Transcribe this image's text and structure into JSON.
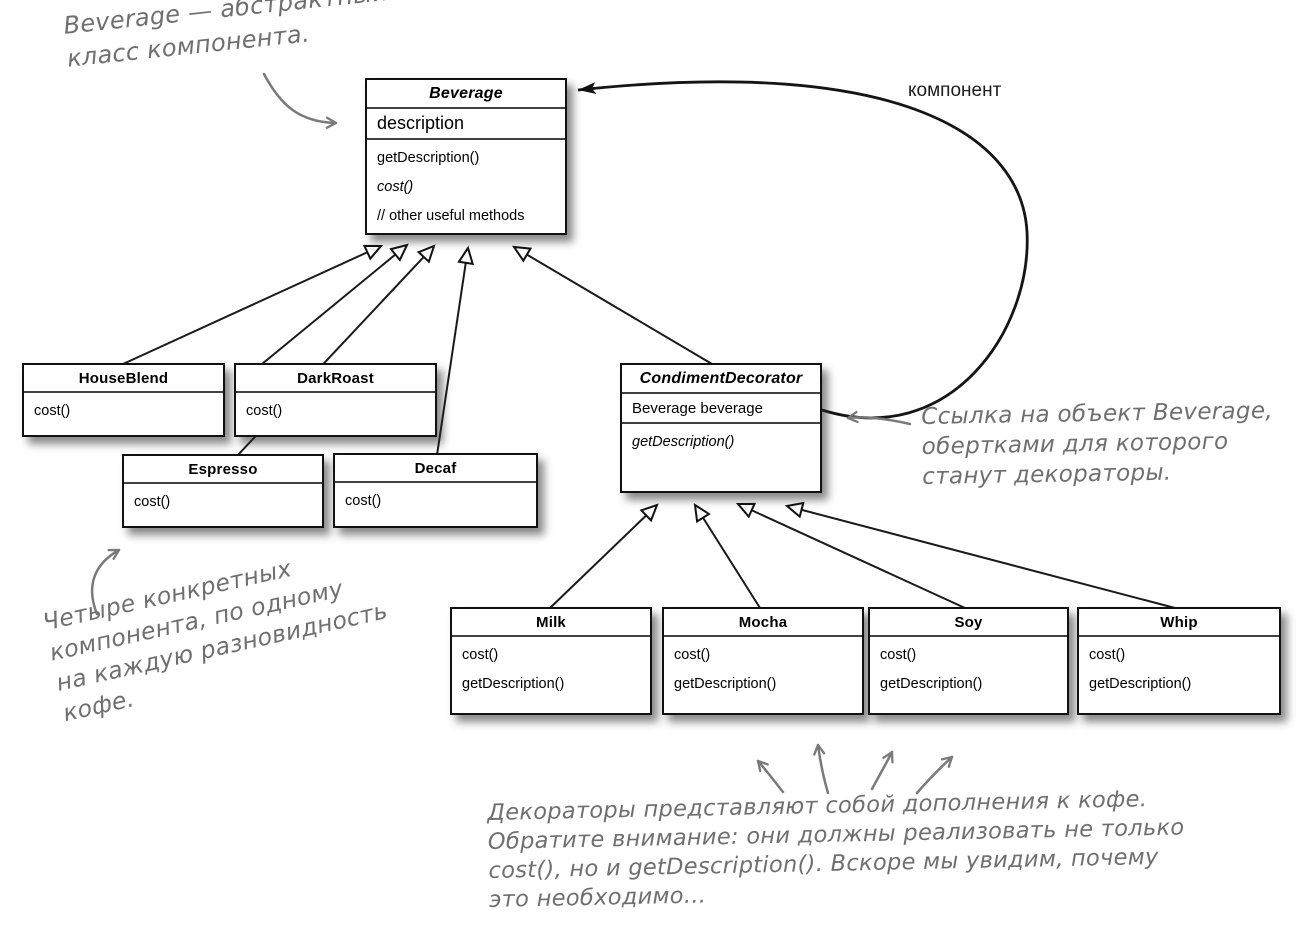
{
  "figure": "UML class diagram — Decorator pattern (Beverage / CondimentDecorator)",
  "classes": [
    {
      "name": "Beverage",
      "abstract": true,
      "fields": [
        "description"
      ],
      "methods": [
        "getDescription()",
        "cost()",
        "// other useful methods"
      ]
    },
    {
      "name": "HouseBlend",
      "abstract": false,
      "fields": [],
      "methods": [
        "cost()"
      ]
    },
    {
      "name": "DarkRoast",
      "abstract": false,
      "fields": [],
      "methods": [
        "cost()"
      ]
    },
    {
      "name": "Espresso",
      "abstract": false,
      "fields": [],
      "methods": [
        "cost()"
      ]
    },
    {
      "name": "Decaf",
      "abstract": false,
      "fields": [],
      "methods": [
        "cost()"
      ]
    },
    {
      "name": "CondimentDecorator",
      "abstract": true,
      "fields": [
        "Beverage beverage"
      ],
      "methods": [
        "getDescription()"
      ]
    },
    {
      "name": "Milk",
      "abstract": false,
      "fields": [],
      "methods": [
        "cost()",
        "getDescription()"
      ]
    },
    {
      "name": "Mocha",
      "abstract": false,
      "fields": [],
      "methods": [
        "cost()",
        "getDescription()"
      ]
    },
    {
      "name": "Soy",
      "abstract": false,
      "fields": [],
      "methods": [
        "cost()",
        "getDescription()"
      ]
    },
    {
      "name": "Whip",
      "abstract": false,
      "fields": [],
      "methods": [
        "cost()",
        "getDescription()"
      ]
    }
  ],
  "edge_labels": {
    "component": "компонент"
  },
  "annotations": {
    "beverage_note": {
      "lines": [
        "Beverage — абстрактный",
        "класс компонента."
      ]
    },
    "reference_note": {
      "lines": [
        "Ссылка на объект Beverage,",
        "обертками для которого",
        "станут декораторы."
      ]
    },
    "components_note": {
      "lines": [
        "Четыре конкретных",
        "компонента, по одному",
        "на каждую разновидность",
        "кофе."
      ]
    },
    "decorators_note": {
      "lines": [
        "Декораторы представляют собой дополнения к кофе.",
        "Обратите внимание: они должны реализовать не только",
        "cost(), но и getDescription(). Вскоре мы увидим, почему",
        "это необходимо..."
      ]
    }
  },
  "colors": {
    "box_border": "#111111",
    "compartment_divider": "#414141",
    "connector_black": "#1a1a1a",
    "annotation_gray": "#6f6f6f",
    "hand_arrow_gray": "#7a7a7a",
    "background": "#ffffff"
  }
}
